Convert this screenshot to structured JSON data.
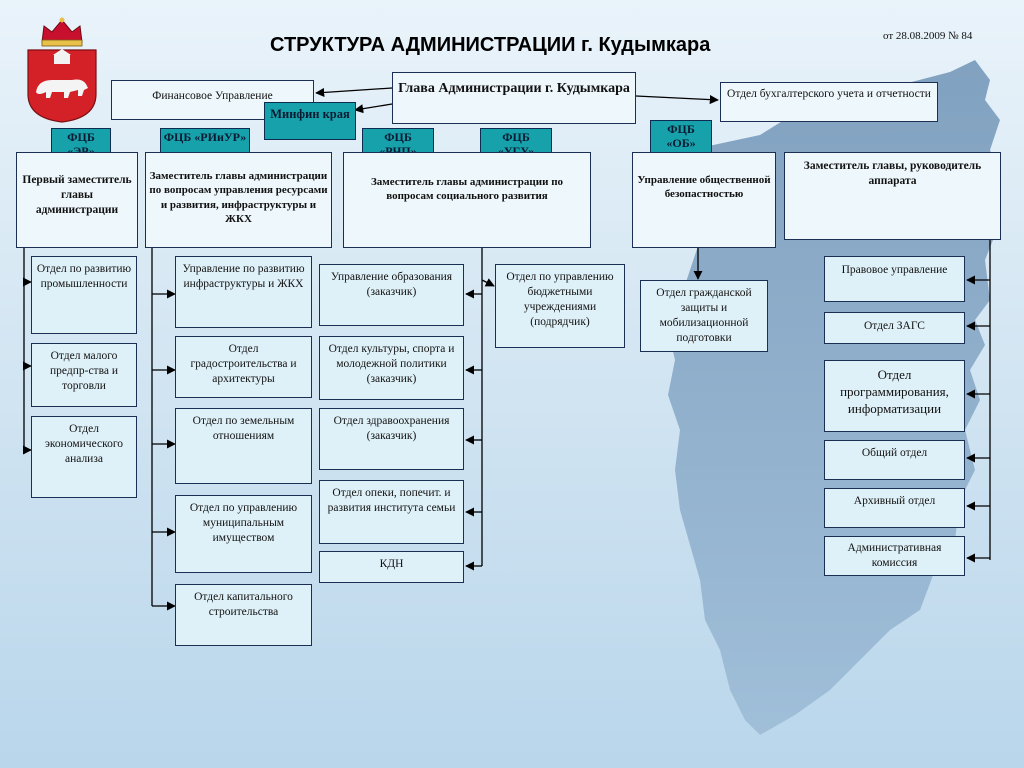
{
  "header": {
    "title": "СТРУКТУРА АДМИНИСТРАЦИИ г. Кудымкара",
    "doc_ref": "от 28.08.2009 № 84"
  },
  "head": {
    "label": "Глава Администрации г. Кудымкара"
  },
  "top_left": {
    "label": "Финансовое Управление"
  },
  "top_right": {
    "label": "Отдел бухгалтерского учета и отчетности"
  },
  "minfin": {
    "label": "Минфин края"
  },
  "badges": {
    "er": "ФЦБ «ЭР»",
    "riiur": "ФЦБ «РИиУР»",
    "rchp": "ФЦБ «РЧП»",
    "ugu": "ФЦБ «УГУ»",
    "ob": "ФЦБ «ОБ»"
  },
  "deputies": {
    "first": "Первый заместитель главы администрации",
    "resources": "Заместитель главы администрации по вопросам управления ресурсами и развития, инфраструктуры и ЖКХ",
    "social": "Заместитель главы администрации по вопросам социального развития",
    "security": "Управление общественной безопастностью",
    "apparatus": "Заместитель главы, руководитель аппарата"
  },
  "col1": {
    "industry": "Отдел по развитию промышленности",
    "small_business": "Отдел малого предпр-ства и торговли",
    "economic": "Отдел экономического анализа"
  },
  "col2": {
    "infrastructure": "Управление по развитию инфраструктуры и ЖКХ",
    "urban": "Отдел градостроительства и архитектуры",
    "land": "Отдел по земельным отношениям",
    "property": "Отдел по управлению муниципальным имуществом",
    "construction": "Отдел капитального строительства"
  },
  "col3": {
    "education": "Управление образования (заказчик)",
    "culture": "Отдел культуры, спорта и молодежной политики (заказчик)",
    "health": "Отдел здравоохранения (заказчик)",
    "guardianship": "Отдел опеки, попечит. и развития института семьи",
    "kdn": "КДН"
  },
  "col3b": {
    "budget": "Отдел по управлению бюджетными учреждениями (подрядчик)"
  },
  "col4": {
    "civil_defense": "Отдел гражданской защиты и мобилизационной подготовки"
  },
  "col5": {
    "legal": "Правовое управление",
    "zags": "Отдел ЗАГС",
    "it": "Отдел программирования, информатизации",
    "general": "Общий отдел",
    "archive": "Архивный отдел",
    "admin_commission": "Административная комиссия"
  },
  "colors": {
    "box_fill": "#dff1f8",
    "box_border": "#1b2f55",
    "badge_fill": "#17a1aa",
    "map_fill": "#7d9fbf",
    "shield_red": "#d42027"
  }
}
